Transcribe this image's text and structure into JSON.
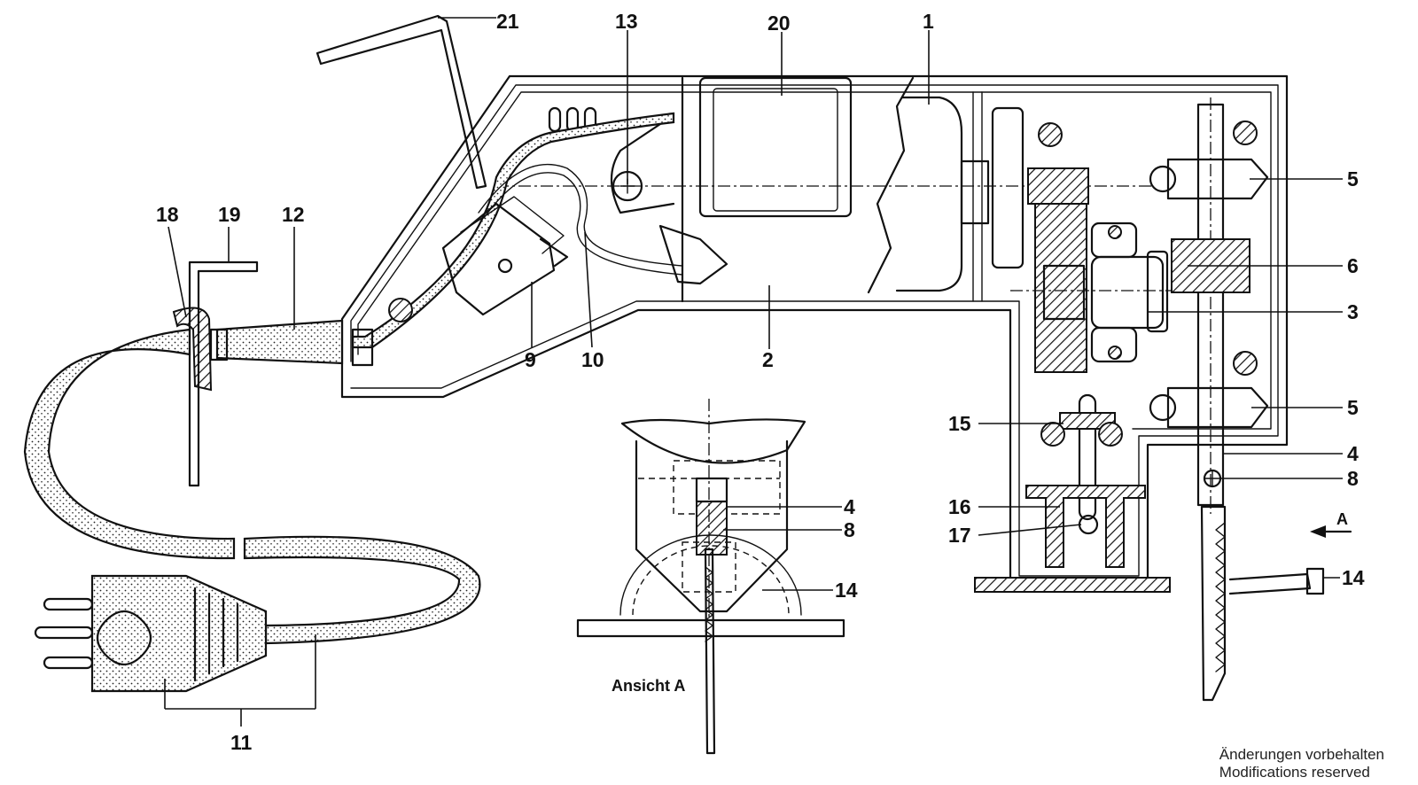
{
  "callouts": {
    "c1": "1",
    "c2": "2",
    "c3": "3",
    "c4a": "4",
    "c4b": "4",
    "c5a": "5",
    "c5b": "5",
    "c6": "6",
    "c8a": "8",
    "c8b": "8",
    "c9": "9",
    "c10": "10",
    "c11": "11",
    "c12": "12",
    "c13": "13",
    "c14a": "14",
    "c14b": "14",
    "c15": "15",
    "c16": "16",
    "c17": "17",
    "c18": "18",
    "c19": "19",
    "c20": "20",
    "c21": "21"
  },
  "view": {
    "label": "Ansicht A",
    "arrow_letter": "A"
  },
  "footer": {
    "line1": "Änderungen vorbehalten",
    "line2": "Modifications reserved"
  },
  "colors": {
    "ink": "#111111",
    "paper": "#ffffff"
  }
}
